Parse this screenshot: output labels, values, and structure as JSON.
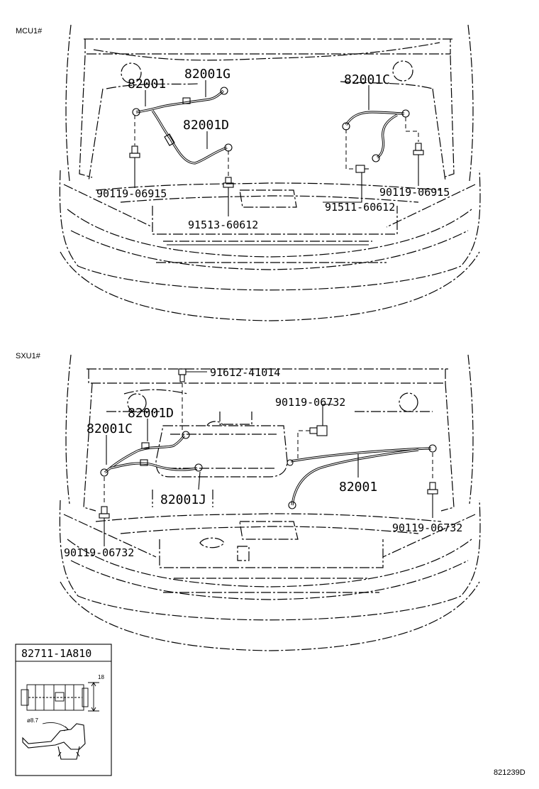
{
  "sections": {
    "top": {
      "variant": "MCU1#"
    },
    "bottom": {
      "variant": "SXU1#"
    }
  },
  "parts_top": {
    "p82001": "82001",
    "p82001G": "82001G",
    "p82001C": "82001C",
    "p82001D": "82001D",
    "bolt_left": "90119-06915",
    "bolt_right": "90119-06915",
    "bolt_center": "91513-60612",
    "bolt_center_right": "91511-60612"
  },
  "parts_bottom": {
    "bolt_top": "91612-41014",
    "p82001D": "82001D",
    "bolt_right_top": "90119-06732",
    "p82001C": "82001C",
    "p82001": "82001",
    "p82001J": "82001J",
    "bolt_left": "90119-06732",
    "bolt_right": "90119-06732"
  },
  "clamp_detail": {
    "part_number": "82711-1A810",
    "dim_height": "18",
    "dim_diameter": "ø8.7"
  },
  "diagram_id": "821239D"
}
